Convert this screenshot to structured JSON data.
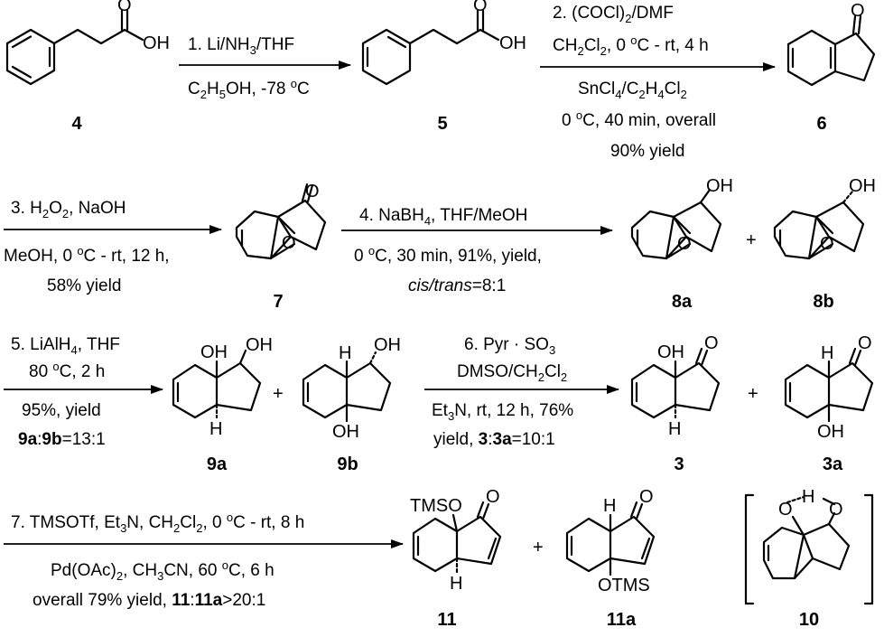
{
  "compounds": {
    "c4": {
      "label": "4",
      "atoms": {
        "oh": "OH",
        "o": "O"
      }
    },
    "c5": {
      "label": "5",
      "atoms": {
        "oh": "OH",
        "o": "O"
      }
    },
    "c6": {
      "label": "6",
      "atoms": {
        "o": "O"
      }
    },
    "c7": {
      "label": "7",
      "atoms": {
        "o_ep": "O",
        "o": "O"
      }
    },
    "c8a": {
      "label": "8a",
      "atoms": {
        "oh": "OH",
        "o_ep": "O"
      }
    },
    "c8b": {
      "label": "8b",
      "atoms": {
        "oh": "OH",
        "o_ep": "O"
      }
    },
    "c9a": {
      "label": "9a",
      "atoms": {
        "oh1": "OH",
        "oh2": "OH",
        "h": "H"
      }
    },
    "c9b": {
      "label": "9b",
      "atoms": {
        "h": "H",
        "oh1": "OH",
        "oh2": "OH"
      }
    },
    "c3": {
      "label": "3",
      "atoms": {
        "oh": "OH",
        "o": "O",
        "h": "H"
      }
    },
    "c3a": {
      "label": "3a",
      "atoms": {
        "h": "H",
        "o": "O",
        "oh": "OH"
      }
    },
    "c11": {
      "label": "11",
      "atoms": {
        "tmso": "TMSO",
        "o": "O",
        "h": "H"
      }
    },
    "c11a": {
      "label": "11a",
      "atoms": {
        "h": "H",
        "o": "O",
        "otms": "OTMS"
      }
    },
    "c10": {
      "label": "10",
      "atoms": {
        "o1": "O",
        "h": "H",
        "o2": "O"
      }
    }
  },
  "plus_sign": "+",
  "steps": {
    "s1": {
      "top": "1. Li/NH3/THF",
      "bottom": "C2H5OH, -78 oC"
    },
    "s2": {
      "l1": "2. (COCl)2/DMF",
      "l2": "CH2Cl2, 0 oC - rt, 4 h",
      "l3": "SnCl4/C2H4Cl2",
      "l4": "0 oC, 40 min, overall",
      "l5": "90% yield"
    },
    "s3": {
      "l1": "3. H2O2, NaOH",
      "l2": "MeOH, 0 oC - rt, 12 h,",
      "l3": "58% yield"
    },
    "s4": {
      "l1": "4. NaBH4, THF/MeOH",
      "l2": "0 oC, 30 min, 91%, yield,",
      "l3": "cis/trans=8:1"
    },
    "s5": {
      "l1": "5. LiAlH4, THF",
      "l2": "80 oC, 2 h",
      "l3": "95%, yield",
      "l4": "9a:9b=13:1"
    },
    "s6": {
      "l1": "6. Pyr · SO3",
      "l2": "DMSO/CH2Cl2",
      "l3": "Et3N, rt, 12 h, 76%",
      "l4": "yield, 3:3a=10:1"
    },
    "s7": {
      "l1": "7. TMSOTf, Et3N, CH2Cl2, 0 oC - rt, 8 h",
      "l2": "Pd(OAc)2, CH3CN, 60 oC, 6 h",
      "l3": "overall 79% yield, 11:11a>20:1"
    }
  }
}
